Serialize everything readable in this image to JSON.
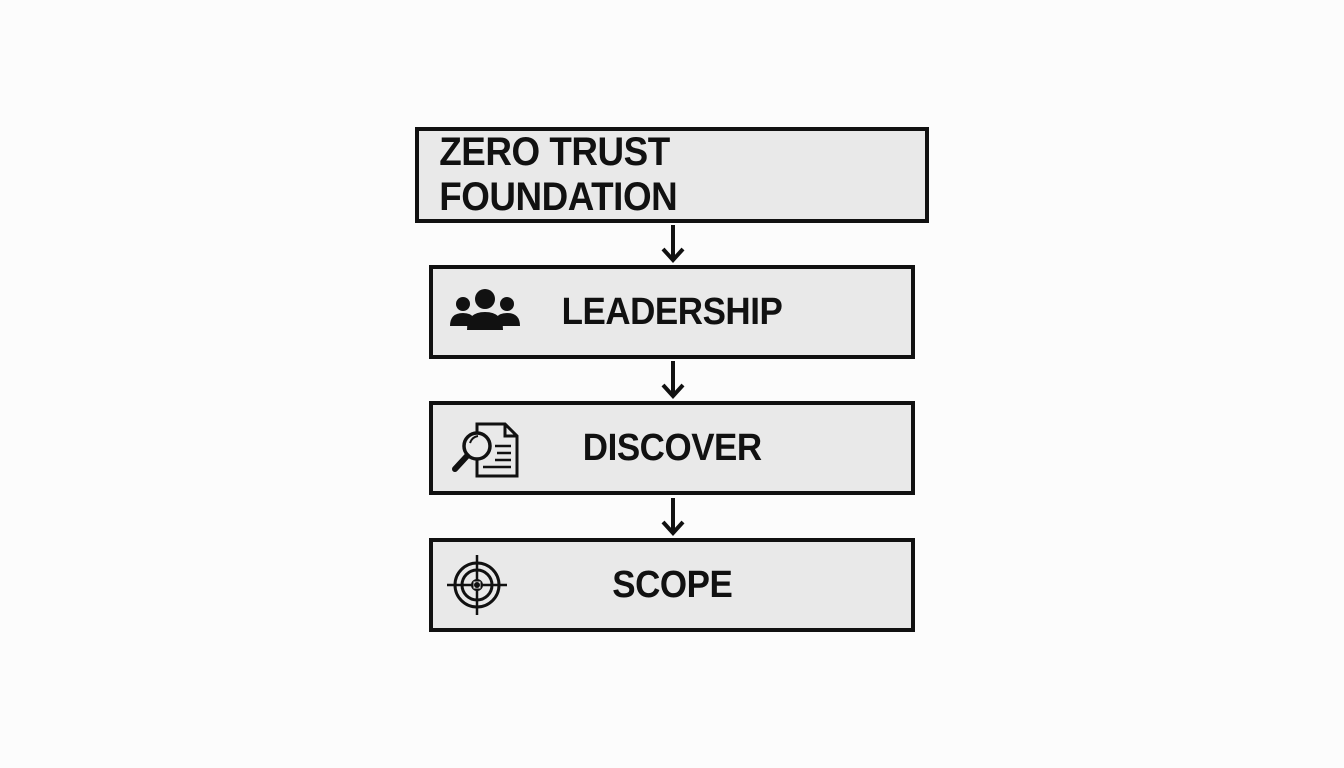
{
  "diagram": {
    "title": "ZERO TRUST FOUNDATION",
    "steps": [
      {
        "label": "LEADERSHIP",
        "icon": "people-group-icon"
      },
      {
        "label": "DISCOVER",
        "icon": "document-search-icon"
      },
      {
        "label": "SCOPE",
        "icon": "target-crosshair-icon"
      }
    ],
    "colors": {
      "box_fill": "#e9e9e9",
      "stroke": "#111111",
      "background": "#fcfcfc"
    }
  }
}
